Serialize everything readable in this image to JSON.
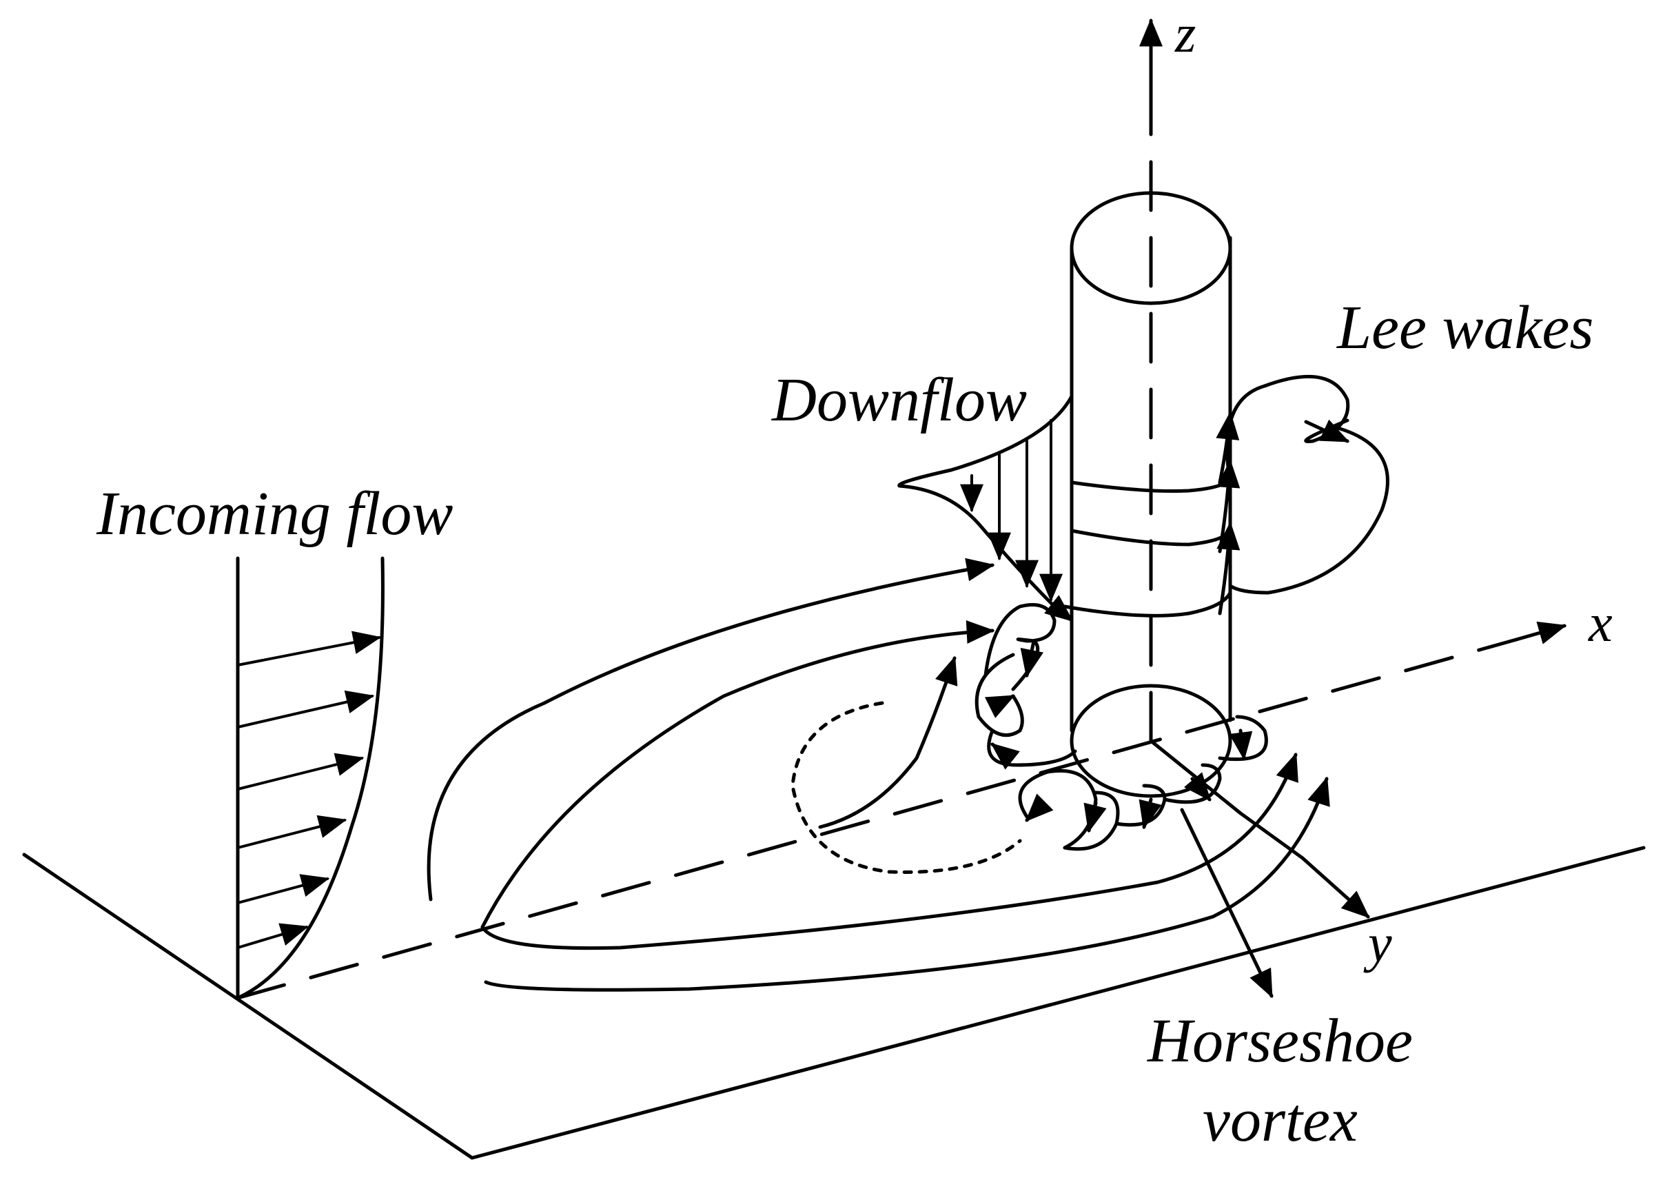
{
  "labels": {
    "z_axis": "z",
    "x_axis": "x",
    "y_axis": "y",
    "lee_wakes": "Lee wakes",
    "downflow": "Downflow",
    "incoming_flow": "Incoming flow",
    "horseshoe_line1": "Horseshoe",
    "horseshoe_line2": "vortex"
  },
  "colors": {
    "ink": "#000000",
    "background": "#ffffff"
  }
}
